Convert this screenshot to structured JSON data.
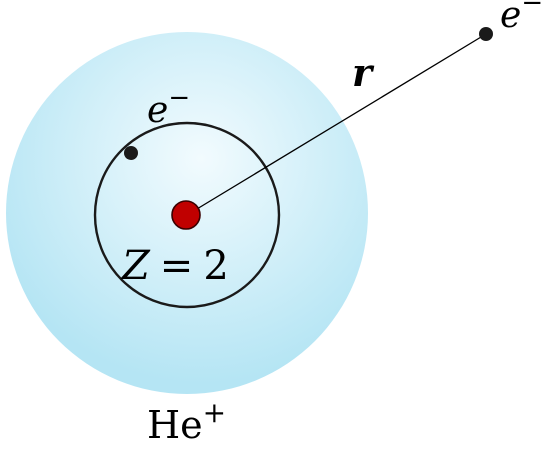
{
  "labels": {
    "inner_electron_symbol": "e",
    "inner_electron_sup": "−",
    "outer_electron_symbol": "e",
    "outer_electron_sup": "−",
    "distance": "r",
    "nuclear_charge_var": "Z",
    "nuclear_charge_eq": "=",
    "nuclear_charge_value": "2",
    "ion_symbol": "He",
    "ion_sup": "+"
  },
  "colors": {
    "cloud_center": "#f2fbfe",
    "cloud_edge": "#b5e5f4",
    "nucleus_fill": "#c00000",
    "nucleus_stroke": "#3a0000",
    "electron_fill": "#1a1a1a",
    "line": "#000000"
  }
}
